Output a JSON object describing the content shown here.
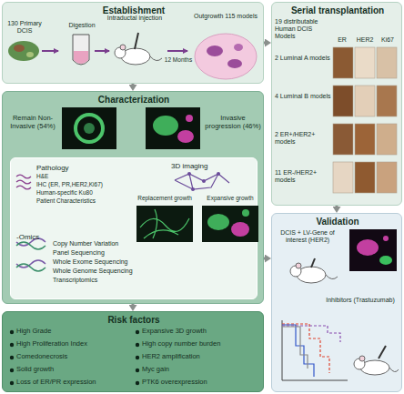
{
  "diagram": {
    "nodes": [
      {
        "text": [
          "Establishment"
        ]
      },
      {
        "text": [
          "Serial transplantation"
        ]
      },
      {
        "text": [
          "Characterization"
        ]
      },
      {
        "text": [
          "Pathology",
          "3D imaging",
          "-Omics"
        ],
        "in": 2
      },
      {
        "text": [
          "Risk factors"
        ]
      },
      {
        "text": [
          "Validation"
        ]
      }
    ],
    "edges": [
      {
        "from": 0,
        "to": 1,
        "arrow": "to"
      },
      {
        "from": 0,
        "to": 2,
        "arrow": "to"
      },
      {
        "from": 1,
        "to": 5,
        "arrow": "to"
      },
      {
        "from": 2,
        "to": 4,
        "arrow": "to"
      },
      {
        "from": 2,
        "to": 5,
        "arrow": "to"
      }
    ],
    "labels": [
      "130 Primary DCIS",
      "Digestion",
      "Intraductal injection",
      "12 Months",
      "Outgrowth 115 models",
      "19 distributable Human DCIS Models",
      "ER",
      "HER2",
      "Ki67",
      "2 Luminal A models",
      "4 Luminal B models",
      "2 ER+/HER2+ models",
      "11 ER-/HER2+ models",
      "Remain Non-Invasive (54%)",
      "Invasive progression (46%)",
      "H&E",
      "IHC (ER, PR,HER2,Ki67)",
      "Human-specific Ku80",
      "Patient Characteristics",
      "Replacement growth",
      "Expansive growth",
      "Copy Number Variation",
      "Panel Sequencing",
      "Whole Exome Sequencing",
      "Whole Genome Sequencing",
      "Transcriptomics",
      "High Grade",
      "High Proliferation Index",
      "Comedonecrosis",
      "Solid growth",
      "Loss of ER/PR expression",
      "Expansive 3D growth",
      "High copy number burden",
      "HER2 amplification",
      "Myc gain",
      "PTK6 overexpression",
      "DCIS + LV-Gene of interest (HER2)",
      "Inhibitors (Trastuzumab)"
    ]
  }
}
